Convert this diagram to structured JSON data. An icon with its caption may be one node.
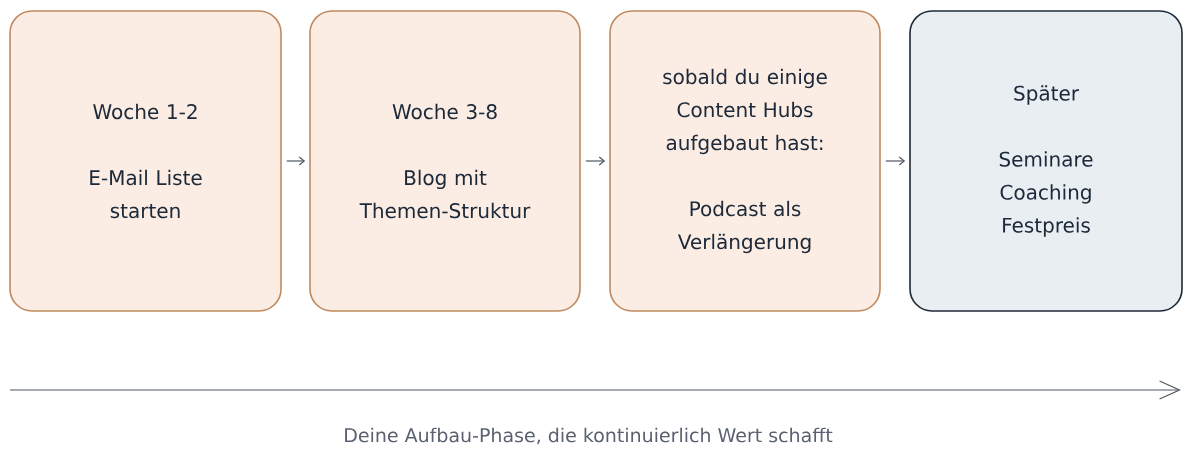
{
  "diagram": {
    "nodes": [
      {
        "text": [
          "Woche 1-2",
          "E-Mail Liste starten"
        ]
      },
      {
        "text": [
          "Woche 3-8",
          "Blog mit Themen-Struktur"
        ]
      },
      {
        "text": [
          "sobald du einige Content Hubs aufgebaut hast:",
          "Podcast als Verlängerung"
        ]
      },
      {
        "text": [
          "Später",
          "Seminare Coaching Festpreis"
        ]
      }
    ],
    "edges": [
      {
        "from": 0,
        "to": 1,
        "arrow": "to"
      },
      {
        "from": 1,
        "to": 2,
        "arrow": "to"
      },
      {
        "from": 2,
        "to": 3,
        "arrow": "to"
      }
    ],
    "labels": [
      "Deine Aufbau-Phase, die kontinuierlich Wert schafft"
    ]
  }
}
